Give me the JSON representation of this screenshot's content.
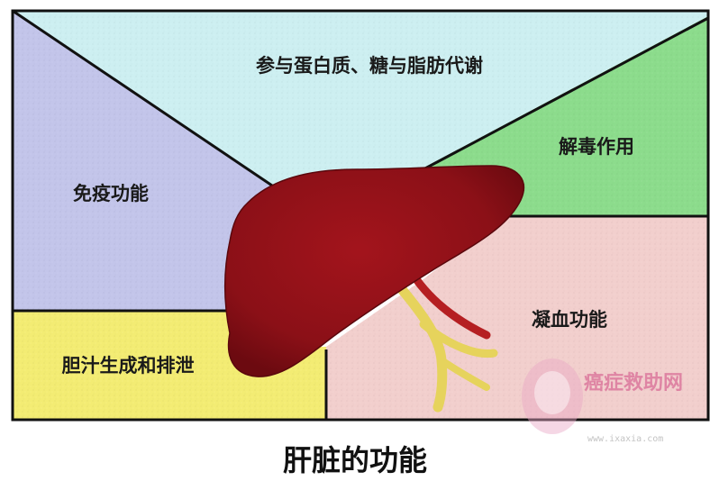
{
  "diagram": {
    "regions": {
      "protein_metabolism": "参与蛋白质、糖与脂肪代谢",
      "detox": "解毒作用",
      "immune": "免疫功能",
      "coagulation": "凝血功能",
      "bile": "胆汁生成和排泄"
    },
    "caption": "肝脏的功能",
    "watermark": {
      "text": "癌症救助网",
      "url": "www.ixaxia.com"
    },
    "colors": {
      "top": "#cdeff1",
      "left": "#c3c5ea",
      "right_top": "#8cdc8c",
      "right_bottom": "#f2cfcd",
      "bottom_left": "#f3ec73",
      "liver": "#8f1218",
      "vessel_yellow": "#e6d35c",
      "vessel_red": "#b51f22",
      "border": "#111111"
    }
  }
}
